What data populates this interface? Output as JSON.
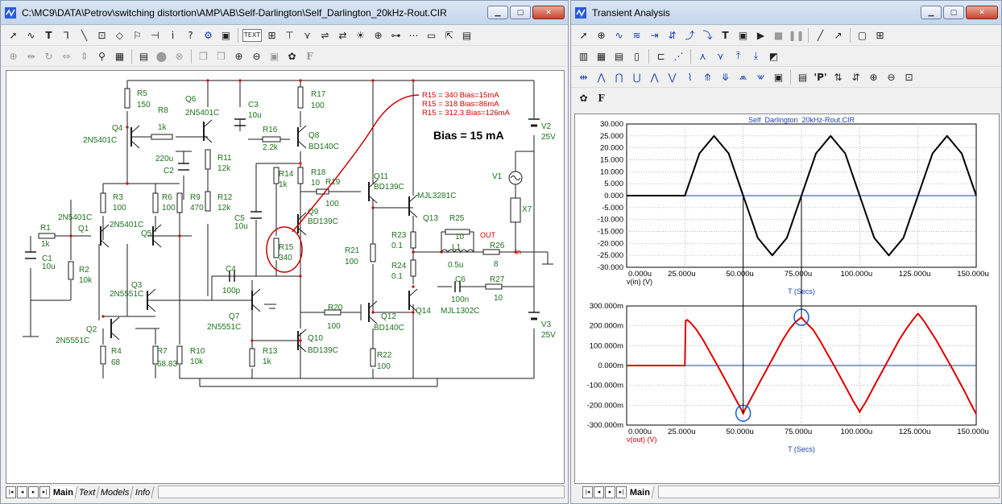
{
  "left_window": {
    "title": "C:\\MC9\\DATA\\Petrov\\switching distortion\\AMP\\AB\\Self-Darlington\\Self_Darlington_20kHz-Rout.CIR",
    "tabs": [
      "Main",
      "Text",
      "Models",
      "Info"
    ],
    "active_tab": "Main"
  },
  "schematic": {
    "components": [
      {
        "ref": "R5",
        "value": "150"
      },
      {
        "ref": "R8",
        "value": "1k"
      },
      {
        "ref": "Q6",
        "value": "2N5401C"
      },
      {
        "ref": "C3",
        "value": "10u"
      },
      {
        "ref": "R17",
        "value": "100"
      },
      {
        "ref": "Q4",
        "value": "2N5401C"
      },
      {
        "ref": "R16",
        "value": "2.2k"
      },
      {
        "ref": "Q8",
        "value": "BD140C"
      },
      {
        "ref": "C2",
        "value": "220u"
      },
      {
        "ref": "R11",
        "value": "12k"
      },
      {
        "ref": "R14",
        "value": "1k"
      },
      {
        "ref": "R18",
        "value": "10"
      },
      {
        "ref": "R19",
        "value": "100"
      },
      {
        "ref": "Q11",
        "value": "BD139C"
      },
      {
        "ref": "Q13",
        "value": "MJL3281C"
      },
      {
        "ref": "R3",
        "value": "100"
      },
      {
        "ref": "R6",
        "value": "100"
      },
      {
        "ref": "R9",
        "value": "470"
      },
      {
        "ref": "R12",
        "value": "12k"
      },
      {
        "ref": "C5",
        "value": "10u"
      },
      {
        "ref": "Q9",
        "value": "BD139C"
      },
      {
        "ref": "R25",
        "value": "10"
      },
      {
        "ref": "R1",
        "value": "1k"
      },
      {
        "ref": "Q1",
        "value": "2N5401C"
      },
      {
        "ref": "Q5",
        "value": "2N5401C"
      },
      {
        "ref": "R15",
        "value": "340"
      },
      {
        "ref": "R23",
        "value": "0.1"
      },
      {
        "ref": "L1",
        "value": "0.5u"
      },
      {
        "ref": "R26",
        "value": "8"
      },
      {
        "ref": "C1",
        "value": "10u"
      },
      {
        "ref": "R2",
        "value": "10k"
      },
      {
        "ref": "R21",
        "value": "100"
      },
      {
        "ref": "R24",
        "value": "0.1"
      },
      {
        "ref": "C4",
        "value": "100p"
      },
      {
        "ref": "Q3",
        "value": "2N5551C"
      },
      {
        "ref": "C6",
        "value": "100n"
      },
      {
        "ref": "R27",
        "value": "10"
      },
      {
        "ref": "Q7",
        "value": "2N5551C"
      },
      {
        "ref": "R20",
        "value": "100"
      },
      {
        "ref": "Q12",
        "value": "BD140C"
      },
      {
        "ref": "Q14",
        "value": "MJL1302C"
      },
      {
        "ref": "Q2",
        "value": "2N5551C"
      },
      {
        "ref": "Q10",
        "value": "BD139C"
      },
      {
        "ref": "R4",
        "value": "68"
      },
      {
        "ref": "R7",
        "value": "68.83"
      },
      {
        "ref": "R10",
        "value": "10k"
      },
      {
        "ref": "R13",
        "value": "1k"
      },
      {
        "ref": "R22",
        "value": "100"
      },
      {
        "ref": "V2",
        "value": "25V"
      },
      {
        "ref": "V3",
        "value": "25V"
      },
      {
        "ref": "V1",
        "value": ""
      },
      {
        "ref": "X7",
        "value": ""
      }
    ],
    "node_labels": {
      "out": "OUT",
      "in": "in"
    },
    "annotations": [
      "R15 = 340 Bias=15mA",
      "R15 = 318 Bias=86mA",
      "R15 = 312.3 Bias=126mA"
    ],
    "bias_text": "Bias = 15 mA",
    "colors": {
      "component": "#207020",
      "wire": "#1a1a1a",
      "node": "#cc0000",
      "annotation": "#cc0000"
    }
  },
  "right_window": {
    "title": "Transient Analysis",
    "tabs": [
      "Main"
    ],
    "active_tab": "Main"
  },
  "chart_data": [
    {
      "type": "line",
      "title": "Self_Darlington_20kHz-Rout.CIR",
      "xlabel": "T (Secs)",
      "ylabel": "v(in) (V)",
      "xlim": [
        0,
        150
      ],
      "ylim": [
        -30,
        30
      ],
      "x_tick_labels": [
        "0.000u",
        "25.000u",
        "50.000u",
        "75.000u",
        "100.000u",
        "125.000u",
        "150.000u"
      ],
      "y_tick_labels": [
        "30.000",
        "25.000",
        "20.000",
        "15.000",
        "10.000",
        "5.000",
        "0.000",
        "-5.000",
        "-10.000",
        "-15.000",
        "-20.000",
        "-25.000",
        "-30.000"
      ],
      "grid": true,
      "series": [
        {
          "name": "v(in) (V)",
          "color": "#000000",
          "x": [
            0,
            25,
            31.25,
            37.5,
            43.75,
            50,
            56.25,
            62.5,
            68.75,
            75,
            81.25,
            87.5,
            93.75,
            100,
            106.25,
            112.5,
            118.75,
            125,
            131.25,
            137.5,
            143.75,
            150
          ],
          "y": [
            0,
            0,
            17.7,
            25,
            17.7,
            0,
            -17.7,
            -25,
            -17.7,
            0,
            17.7,
            25,
            17.7,
            0,
            -17.7,
            -25,
            -17.7,
            0,
            17.7,
            25,
            17.7,
            0
          ]
        }
      ]
    },
    {
      "type": "line",
      "xlabel": "T (Secs)",
      "ylabel": "v(out) (V)",
      "xlim": [
        0,
        150
      ],
      "ylim": [
        -300,
        300
      ],
      "x_tick_labels": [
        "0.000u",
        "25.000u",
        "50.000u",
        "75.000u",
        "100.000u",
        "125.000u",
        "150.000u"
      ],
      "y_tick_labels": [
        "300.000m",
        "200.000m",
        "100.000m",
        "0.000m",
        "-100.000m",
        "-200.000m",
        "-300.000m"
      ],
      "grid": true,
      "series": [
        {
          "name": "v(out) (V)",
          "color": "#dd0000",
          "x": [
            0,
            25,
            25.3,
            26,
            27.5,
            30,
            33,
            36,
            39,
            42,
            45,
            47.5,
            49.5,
            50,
            50.5,
            52.5,
            55,
            58,
            61,
            64,
            67,
            70,
            72.5,
            74.5,
            75,
            75.5,
            77.5,
            80,
            83,
            86,
            89,
            92,
            95,
            97.5,
            99.5,
            100,
            100.5,
            102.5,
            105,
            108,
            111,
            114,
            117,
            120,
            122.5,
            124.5,
            125,
            125.5,
            127.5,
            130,
            133,
            136,
            139,
            142,
            145,
            148,
            150
          ],
          "y": [
            0,
            0,
            225,
            230,
            215,
            180,
            125,
            62,
            0,
            -65,
            -130,
            -185,
            -228,
            -243,
            -228,
            -185,
            -130,
            -65,
            0,
            65,
            130,
            185,
            220,
            238,
            243,
            235,
            210,
            180,
            125,
            62,
            0,
            -65,
            -130,
            -185,
            -222,
            -235,
            -222,
            -185,
            -130,
            -65,
            0,
            65,
            130,
            185,
            225,
            255,
            262,
            255,
            225,
            180,
            125,
            62,
            0,
            -65,
            -130,
            -200,
            -245
          ]
        }
      ],
      "markers": [
        {
          "x": 50,
          "y": -240
        },
        {
          "x": 75,
          "y": 243
        }
      ]
    }
  ]
}
